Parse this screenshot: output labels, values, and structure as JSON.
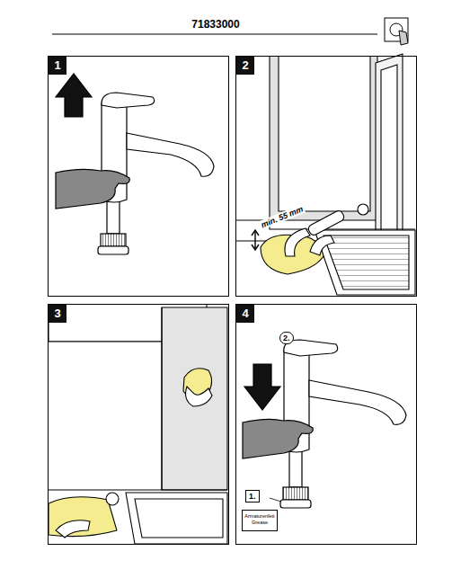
{
  "diagram": {
    "title": "71833000",
    "nodes": [
      {
        "text": [
          "1"
        ]
      },
      {
        "text": [
          "2"
        ]
      },
      {
        "text": [
          "3"
        ]
      },
      {
        "text": [
          "4"
        ]
      },
      {
        "text": [
          "2."
        ],
        "in": 3
      },
      {
        "text": [
          "1."
        ],
        "in": 3
      },
      {
        "text": [
          "Armaturenfett Grease"
        ],
        "in": 3
      }
    ],
    "labels": [
      "min. 55 mm"
    ]
  }
}
